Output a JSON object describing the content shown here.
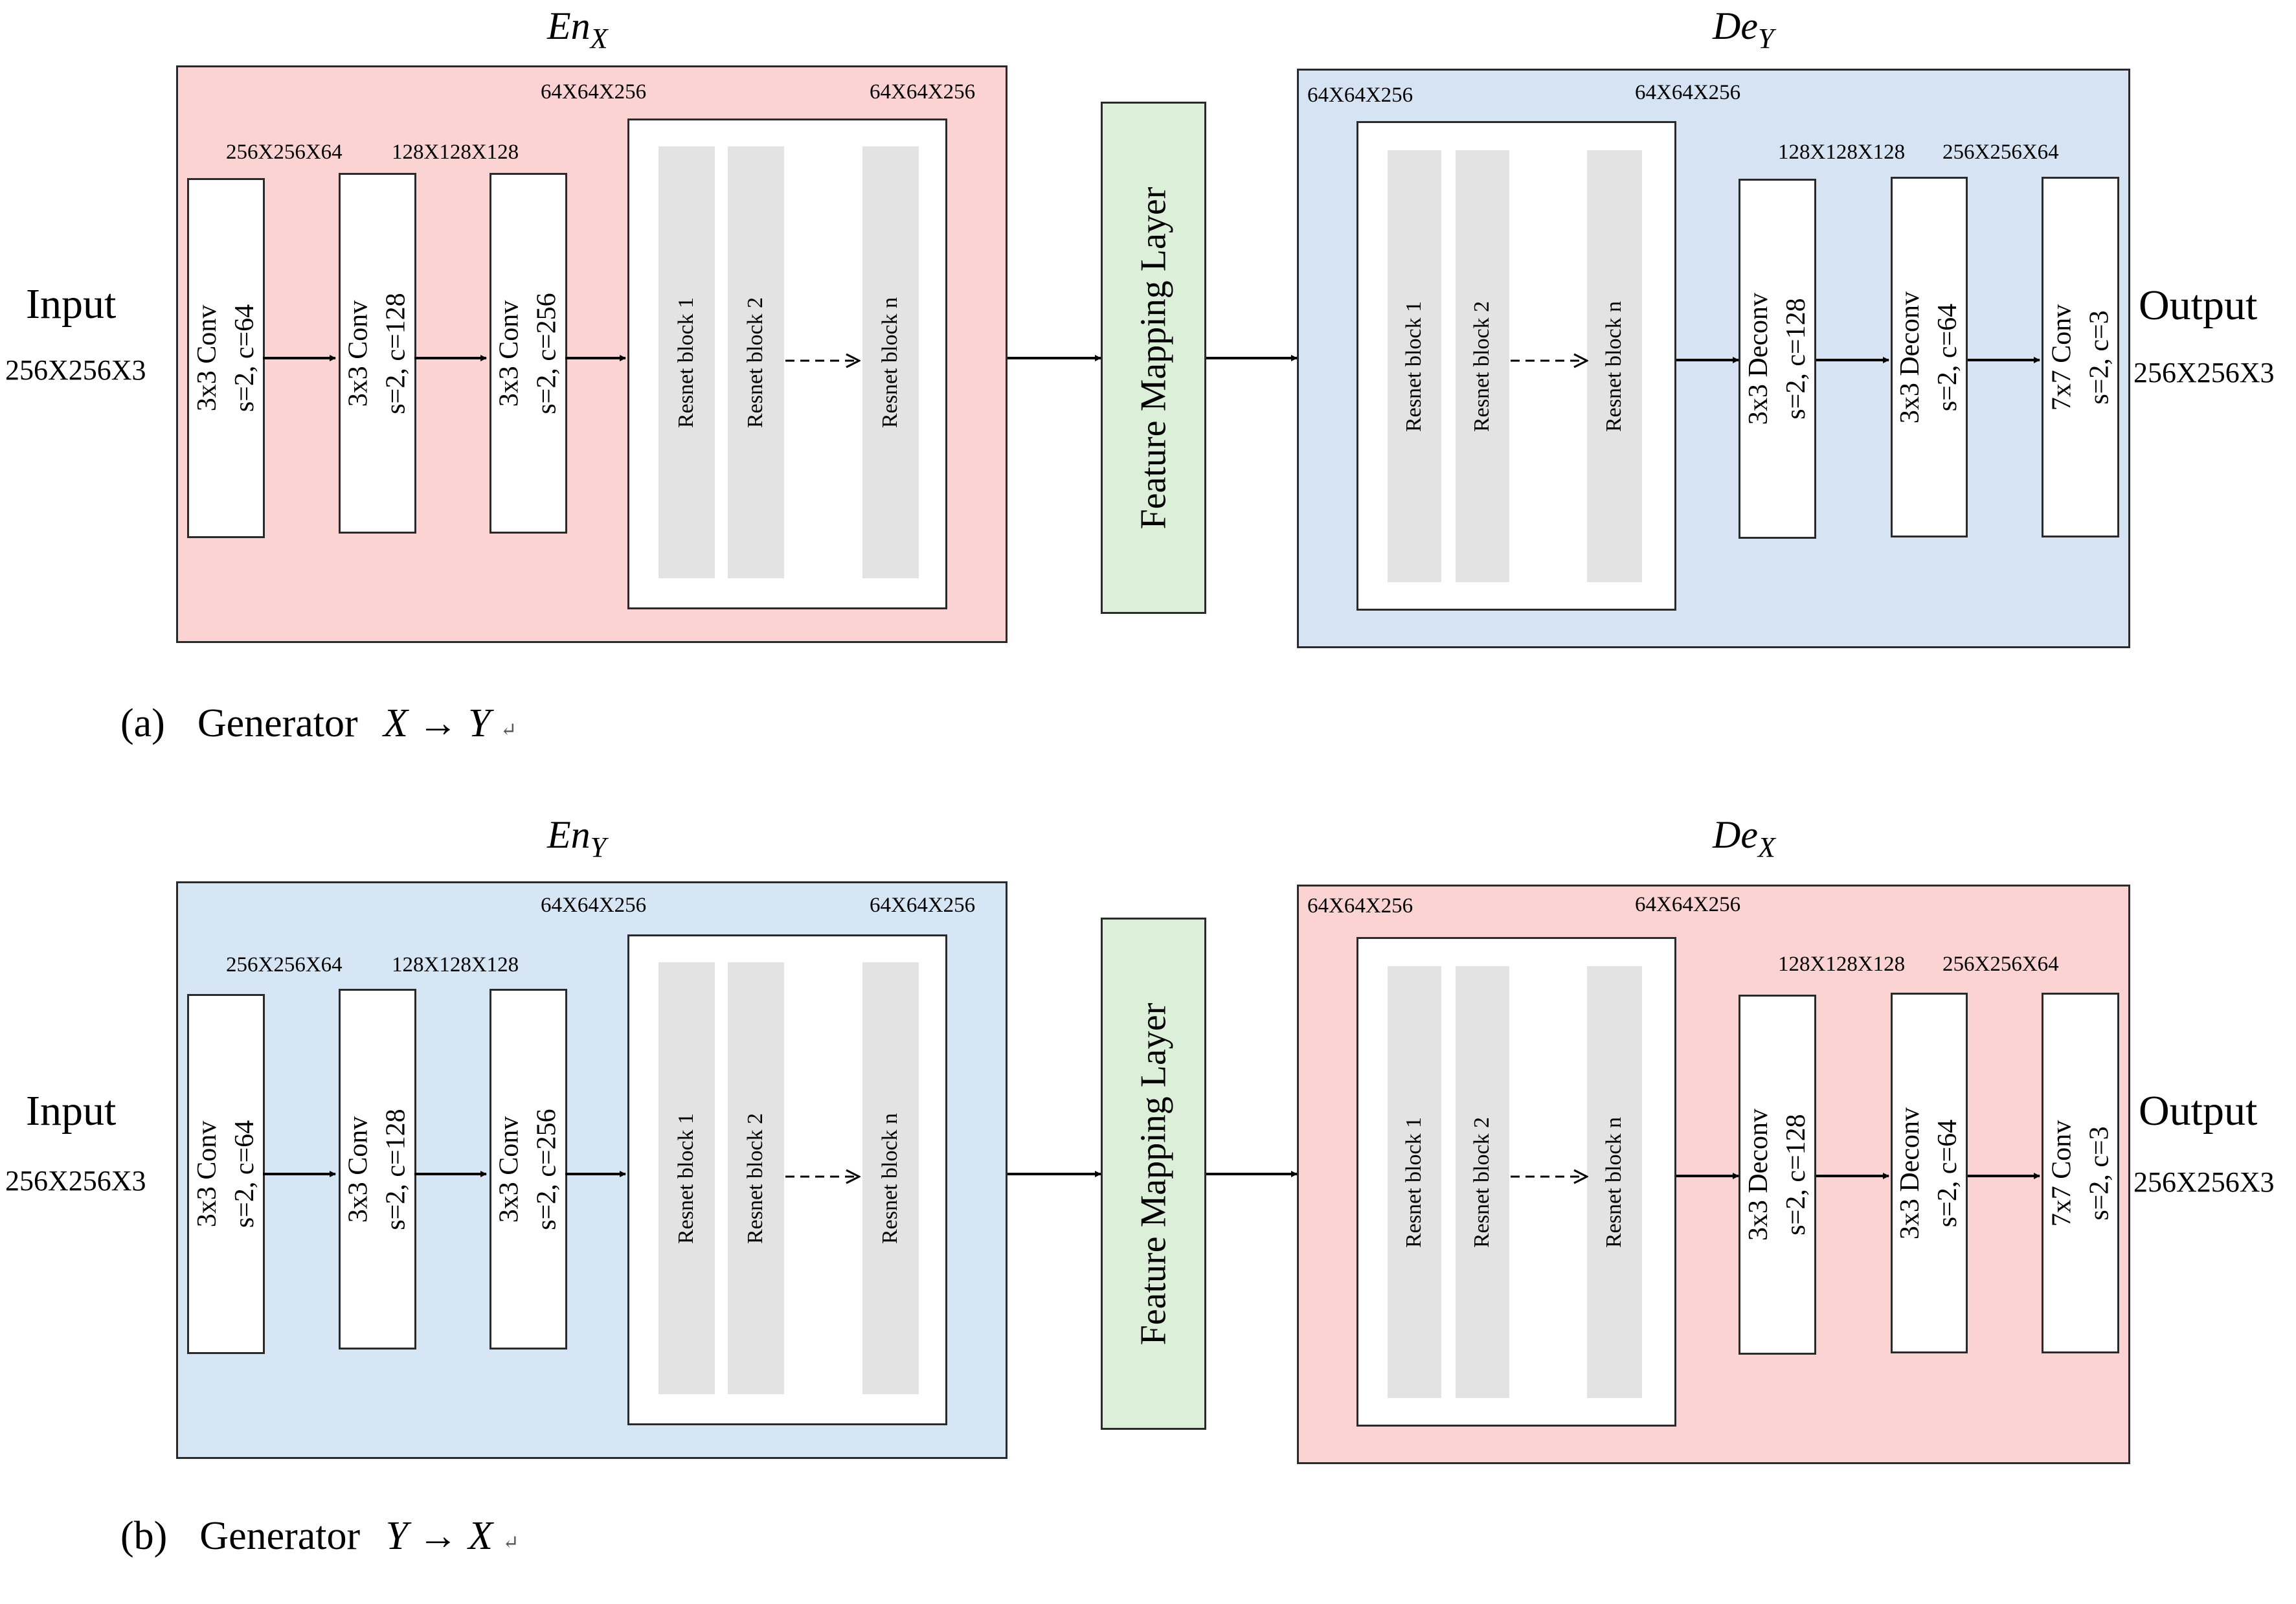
{
  "diagrams": [
    {
      "encoder_title": {
        "base": "En",
        "sub": "X"
      },
      "decoder_title": {
        "base": "De",
        "sub": "Y"
      },
      "encoder_color": "#fbd3d2",
      "decoder_color": "#d6e3f2",
      "caption": {
        "label": "(a)",
        "text": "Generator",
        "from": "X",
        "arrow": "→",
        "to": "Y",
        "mark": "↵"
      }
    },
    {
      "encoder_title": {
        "base": "En",
        "sub": "Y"
      },
      "decoder_title": {
        "base": "De",
        "sub": "X"
      },
      "encoder_color": "#d7e6f4",
      "decoder_color": "#fbd3d2",
      "caption": {
        "label": "(b)",
        "text": "Generator",
        "from": "Y",
        "arrow": "→",
        "to": "X",
        "mark": "↵"
      }
    }
  ],
  "input": {
    "label": "Input",
    "dim": "256X256X3"
  },
  "output": {
    "label": "Output",
    "dim": "256X256X3"
  },
  "encoder": {
    "conv_layers": [
      {
        "line1": "3x3 Conv",
        "line2": "s=2, c=64"
      },
      {
        "line1": "3x3 Conv",
        "line2": "s=2, c=128"
      },
      {
        "line1": "3x3 Conv",
        "line2": "s=2, c=256"
      }
    ],
    "dims": [
      "256X256X64",
      "128X128X128",
      "64X64X256",
      "64X64X256"
    ],
    "resnet_blocks": [
      "Resnet block 1",
      "Resnet block 2",
      "Resnet block n"
    ]
  },
  "feature_mapping": {
    "label": "Feature Mapping Layer",
    "color": "#dcefd8"
  },
  "decoder": {
    "dims": [
      "64X64X256",
      "64X64X256",
      "128X128X128",
      "256X256X64"
    ],
    "resnet_blocks": [
      "Resnet block 1",
      "Resnet block 2",
      "Resnet block n"
    ],
    "layers": [
      {
        "line1": "3x3 Deconv",
        "line2": "s=2, c=128"
      },
      {
        "line1": "3x3 Deconv",
        "line2": "s=2, c=64"
      },
      {
        "line1": "7x7 Conv",
        "line2": "s=2, c=3"
      }
    ]
  }
}
